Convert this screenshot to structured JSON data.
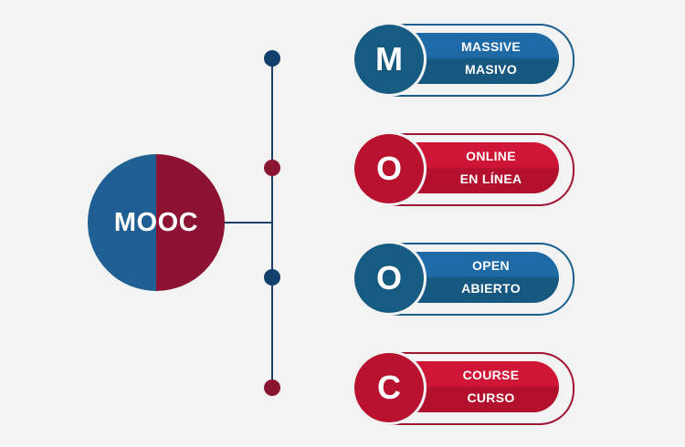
{
  "center": {
    "label": "MOOC"
  },
  "items": [
    {
      "letter": "M",
      "line1": "MASSIVE",
      "line2": "MASIVO",
      "color": "blue"
    },
    {
      "letter": "O",
      "line1": "ONLINE",
      "line2": "EN LÍNEA",
      "color": "red"
    },
    {
      "letter": "O",
      "line1": "OPEN",
      "line2": "ABIERTO",
      "color": "blue"
    },
    {
      "letter": "C",
      "line1": "COURSE",
      "line2": "CURSO",
      "color": "red"
    }
  ],
  "colors": {
    "blue": "#1e6aa6",
    "red": "#cf1636",
    "background": "#f3f3f3"
  }
}
